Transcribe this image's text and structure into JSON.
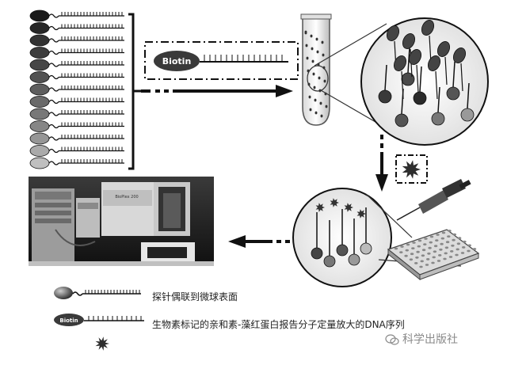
{
  "diagram": {
    "biotin_label": "Biotin",
    "instrument_label": "BioPlex 200",
    "legend": {
      "probe_text": "探针偶联到微球表面",
      "biotin_text": "生物素标记的亲和素-藻红蛋白报告分子定量放大的DNA序列"
    },
    "watermark": "科学出版社",
    "icons": {
      "pipette": "pipette-icon",
      "microplate": "microplate-icon",
      "tube": "test-tube-icon",
      "reporter": "phycoerythrin-burst-icon"
    }
  }
}
